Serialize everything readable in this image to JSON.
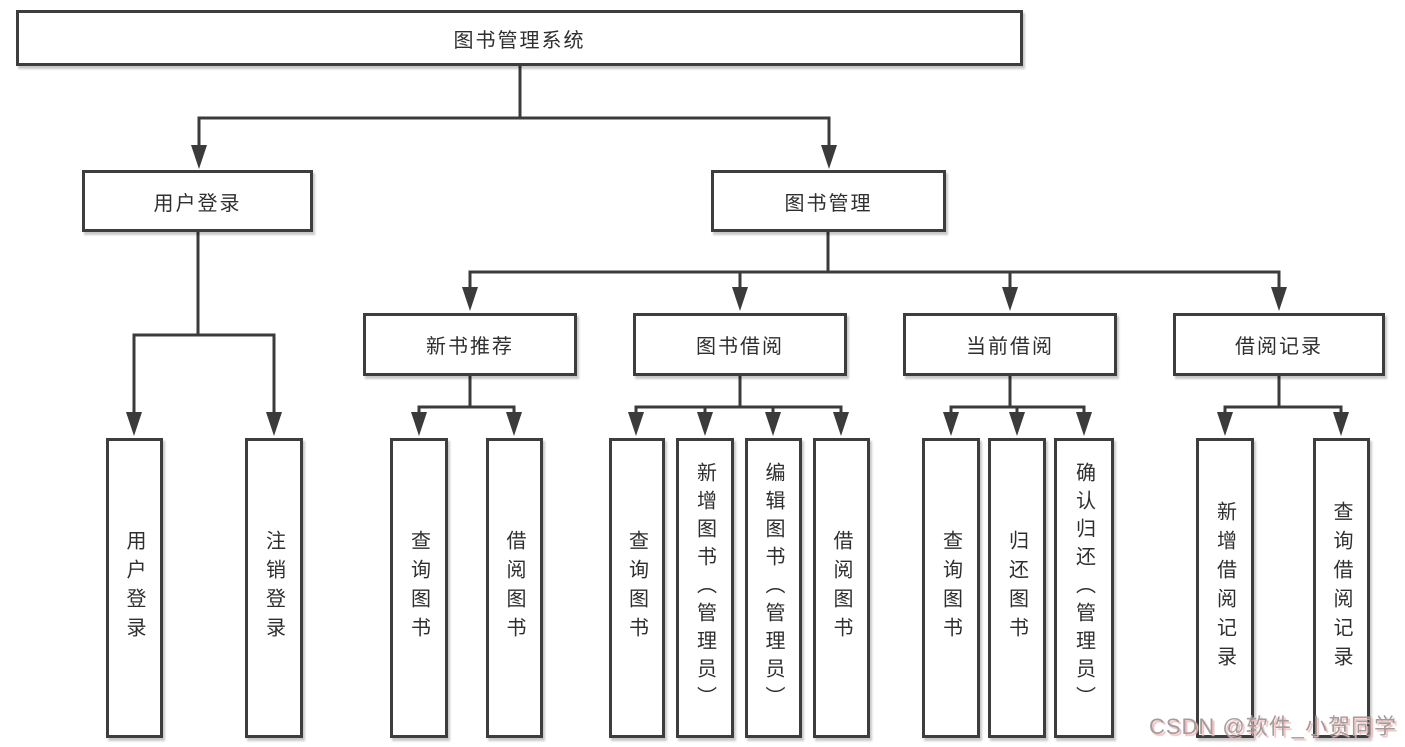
{
  "tree": {
    "label": "图书管理系统",
    "children": [
      {
        "label": "用户登录",
        "children": [
          {
            "label": "用户登录"
          },
          {
            "label": "注销登录"
          }
        ]
      },
      {
        "label": "图书管理",
        "children": [
          {
            "label": "新书推荐",
            "children": [
              {
                "label": "查询图书"
              },
              {
                "label": "借阅图书"
              }
            ]
          },
          {
            "label": "图书借阅",
            "children": [
              {
                "label": "查询图书"
              },
              {
                "label": "新增图书（管理员）"
              },
              {
                "label": "编辑图书（管理员）"
              },
              {
                "label": "借阅图书"
              }
            ]
          },
          {
            "label": "当前借阅",
            "children": [
              {
                "label": "查询图书"
              },
              {
                "label": "归还图书"
              },
              {
                "label": "确认归还（管理员）"
              }
            ]
          },
          {
            "label": "借阅记录",
            "children": [
              {
                "label": "新增借阅记录"
              },
              {
                "label": "查询借阅记录"
              }
            ]
          }
        ]
      }
    ]
  },
  "watermark": {
    "text": "CSDN @软件_小贺同学"
  },
  "colors": {
    "line": "#3b3b3b",
    "box_border": "#3d3d3d",
    "text": "#2f2f2f",
    "watermark_gray": "#9e9e9e",
    "watermark_pink": "#f6baba"
  }
}
